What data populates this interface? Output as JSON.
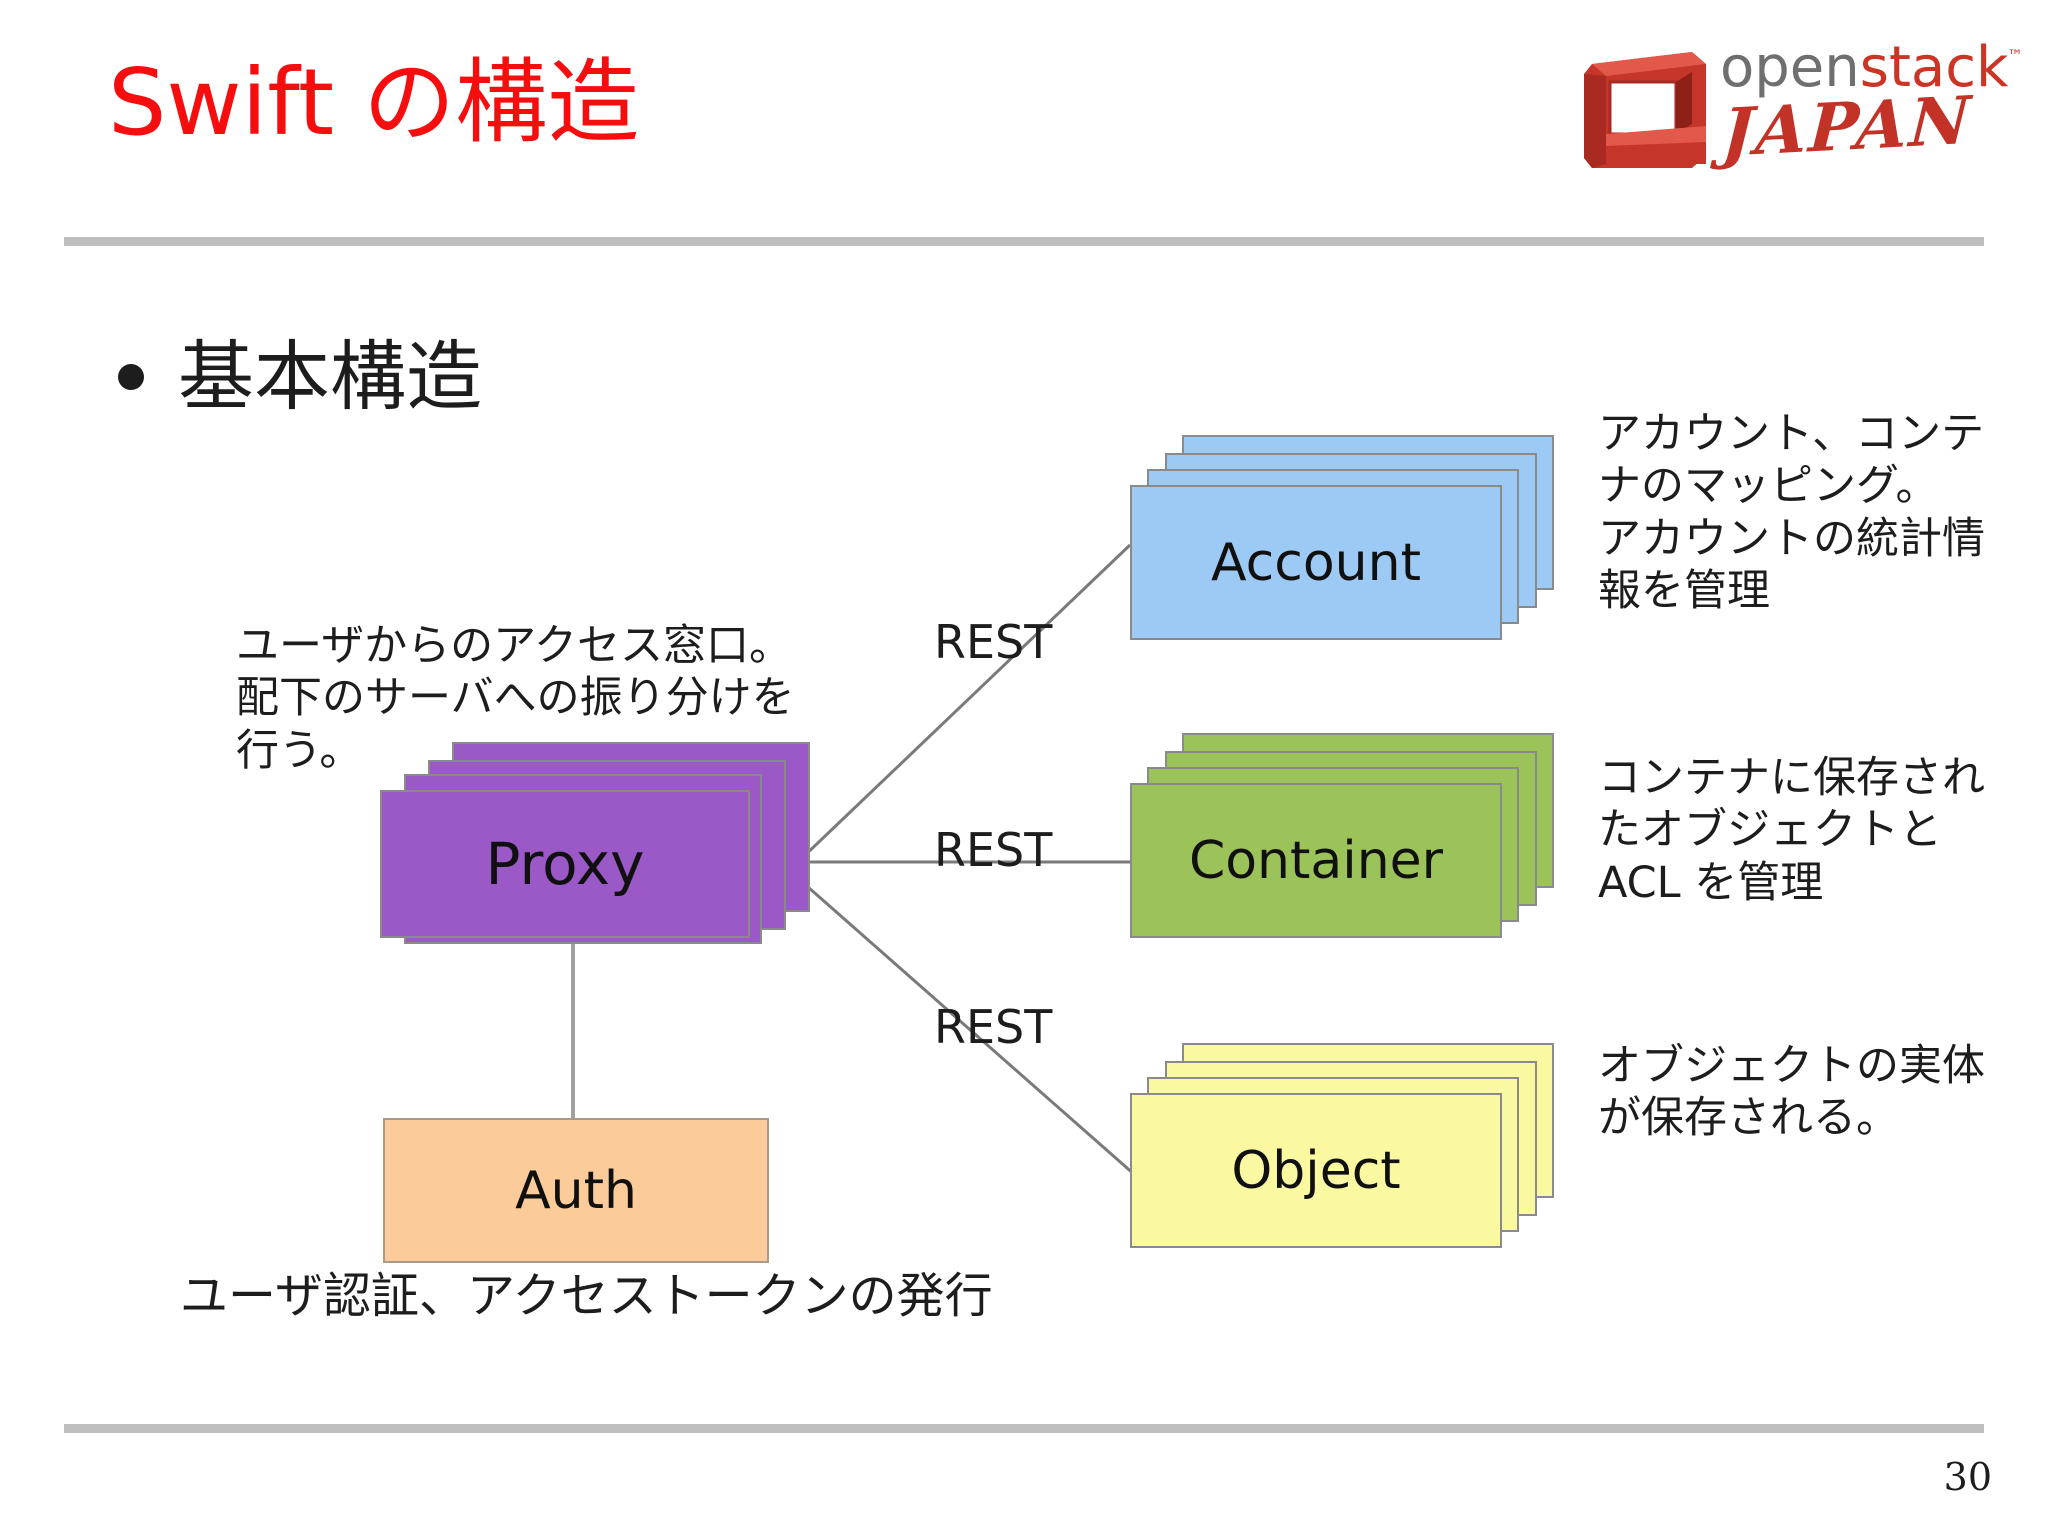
{
  "slide": {
    "title": "Swift の構造",
    "title_color": "#f60d0d",
    "page_number": "30"
  },
  "logo": {
    "word_open": "open",
    "word_stack": "stack",
    "trademark": "™",
    "word_japan": "JAPAN",
    "gray": "#6f6f6f",
    "red": "#cc3526"
  },
  "bullet": {
    "text": "基本構造"
  },
  "diagram": {
    "nodes": [
      {
        "key": "proxy",
        "label": "Proxy",
        "color": "#9b59c7",
        "stacked": true,
        "description": "ユーザからのアクセス窓口。\n配下のサーバへの振り分けを\n行う。"
      },
      {
        "key": "auth",
        "label": "Auth",
        "color": "#fbcc9a",
        "stacked": false,
        "description": "ユーザ認証、アクセストークンの発行"
      },
      {
        "key": "account",
        "label": "Account",
        "color": "#9dc9f5",
        "stacked": true,
        "description": "アカウント、コンテ\nナのマッピング。\nアカウントの統計情\n報を管理"
      },
      {
        "key": "container",
        "label": "Container",
        "color": "#9cc25a",
        "stacked": true,
        "description": "コンテナに保存され\nたオブジェクトと\nACL を管理"
      },
      {
        "key": "object",
        "label": "Object",
        "color": "#faf8a0",
        "stacked": true,
        "description": "オブジェクトの実体\nが保存される。"
      }
    ],
    "edge_labels": [
      "REST",
      "REST",
      "REST"
    ]
  }
}
